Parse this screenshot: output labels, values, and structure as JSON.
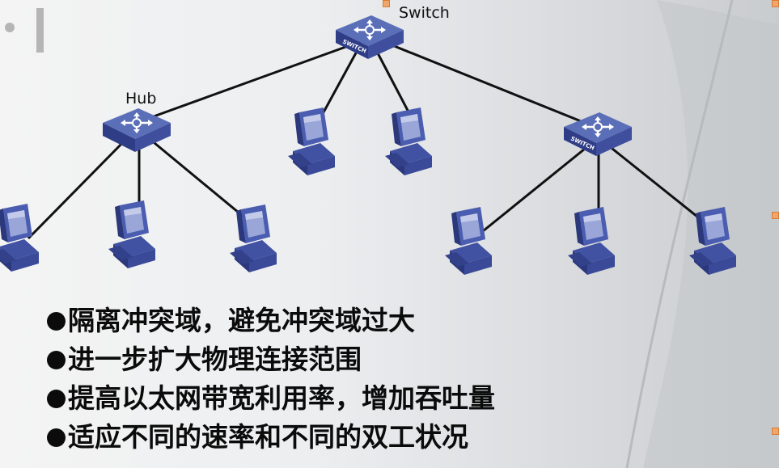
{
  "diagram": {
    "switch_label": "Switch",
    "hub_label": "Hub",
    "switch_device_text": "SWITCH",
    "colors": {
      "device_top": "#5b6fb8",
      "device_side": "#2f3d86",
      "link": "#111111"
    }
  },
  "bullets": [
    "隔离冲突域，避免冲突域过大",
    "进一步扩大物理连接范围",
    "提高以太网带宽利用率，增加吞吐量",
    "适应不同的速率和不同的双工状况"
  ]
}
